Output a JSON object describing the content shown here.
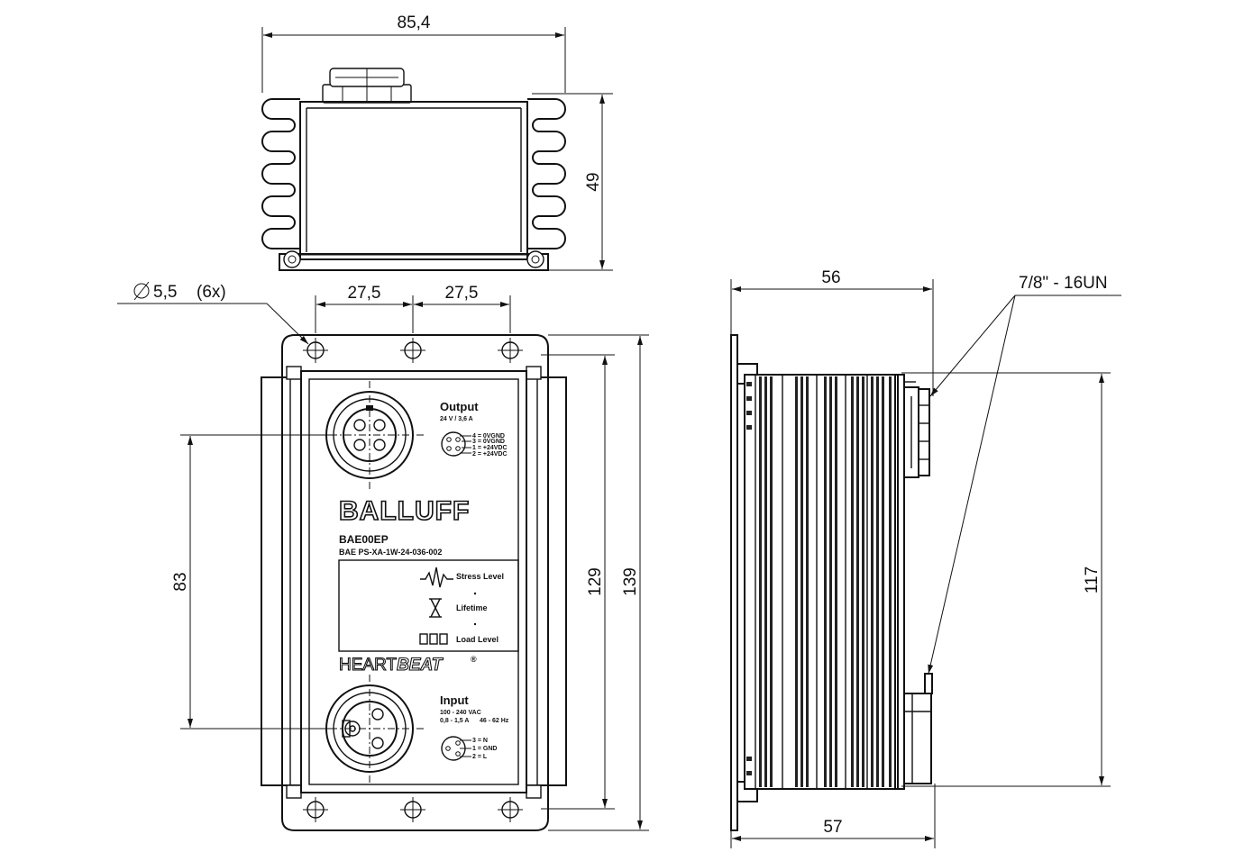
{
  "dimensions": {
    "top_width": "85,4",
    "top_height": "49",
    "hole_spec": "5,5",
    "hole_count": "(6x)",
    "hole_spacing_left": "27,5",
    "hole_spacing_right": "27,5",
    "connector_spacing": "83",
    "body_height": "129",
    "overall_height": "139",
    "side_width_top": "56",
    "side_width_bottom": "57",
    "side_height": "117",
    "thread_spec": "7/8\" - 16UN"
  },
  "device": {
    "brand": "BALLUFF",
    "model": "BAE00EP",
    "order_code": "BAE PS-XA-1W-24-036-002",
    "product_line_a": "HEART",
    "product_line_b": "BEAT",
    "registered": "®",
    "output": {
      "title": "Output",
      "rating": "24 V / 3,6 A",
      "pins": [
        "4 = 0VGND",
        "3 = 0VGND",
        "1 = +24VDC",
        "2 = +24VDC"
      ]
    },
    "input": {
      "title": "Input",
      "rating_voltage": "100 - 240 VAC",
      "rating_current": "0,8 - 1,5 A",
      "rating_freq": "46 - 62 Hz",
      "pins": [
        "3 = N",
        "1 = GND",
        "2 = L"
      ]
    },
    "indicators": {
      "stress": "Stress Level",
      "lifetime": "Lifetime",
      "load": "Load Level"
    }
  }
}
